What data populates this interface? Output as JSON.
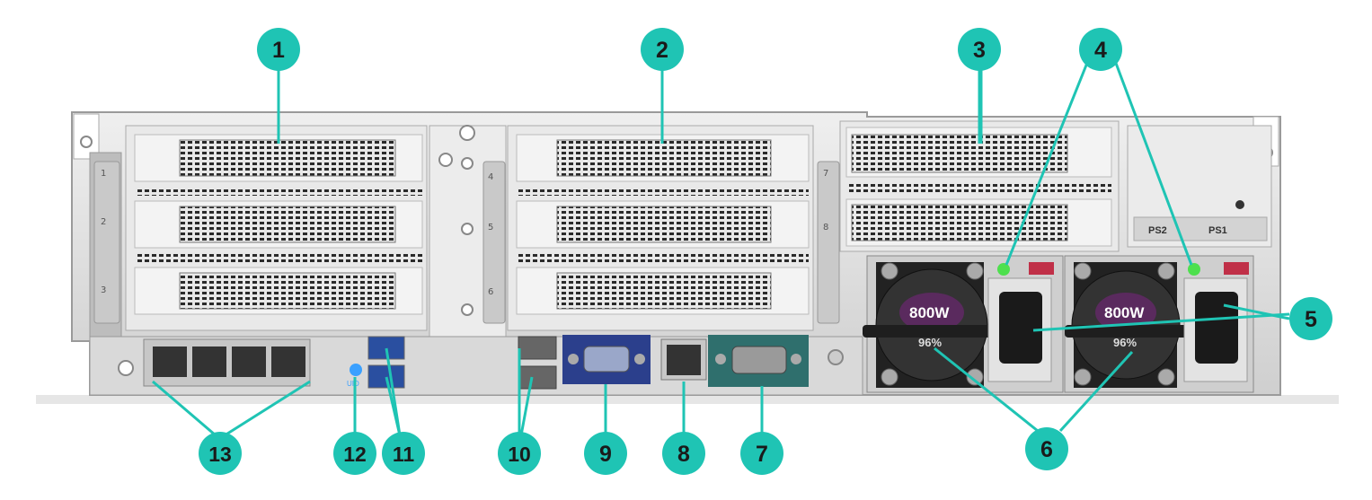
{
  "colors": {
    "callout_fill": "#1fc4b4",
    "callout_text": "#1a1a1a",
    "leader_line": "#1fc4b4",
    "chassis": "#d9d9d9",
    "vga_panel": "#2b3f8c",
    "serial_panel": "#2f6f6d",
    "psu_wattage_badge": "#5a2a5e",
    "uid_led": "#3aa0ff",
    "psu_led": "#4ee04e"
  },
  "callouts": [
    {
      "id": "1",
      "label": "1"
    },
    {
      "id": "2",
      "label": "2"
    },
    {
      "id": "3",
      "label": "3"
    },
    {
      "id": "4",
      "label": "4"
    },
    {
      "id": "5",
      "label": "5"
    },
    {
      "id": "6",
      "label": "6"
    },
    {
      "id": "7",
      "label": "7"
    },
    {
      "id": "8",
      "label": "8"
    },
    {
      "id": "9",
      "label": "9"
    },
    {
      "id": "10",
      "label": "10"
    },
    {
      "id": "11",
      "label": "11"
    },
    {
      "id": "12",
      "label": "12"
    },
    {
      "id": "13",
      "label": "13"
    }
  ],
  "slot_labels": [
    "1",
    "2",
    "3",
    "4",
    "5",
    "6",
    "7",
    "8"
  ],
  "psu": {
    "ps1_label": "PS1",
    "ps2_label": "PS2",
    "wattage": "800W",
    "efficiency": "96%"
  },
  "uid_label": "UID",
  "icons": {
    "usb": "usb-icon",
    "network": "network-icon",
    "vga": "vga-connector-icon",
    "serial": "serial-connector-icon",
    "power_inlet": "power-inlet-icon",
    "fan": "fan-icon"
  }
}
